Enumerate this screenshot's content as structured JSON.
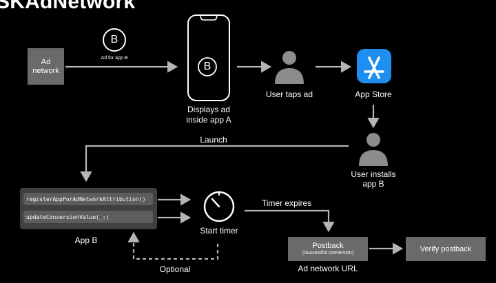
{
  "title": "SKAdNetwork",
  "nodes": {
    "ad_network": "Ad\nnetwork",
    "ad_for_app": "Ad for app B",
    "phone_badge": "B",
    "displays_ad": "Displays ad\ninside app A",
    "user_taps_ad": "User taps ad",
    "app_store": "App Store",
    "launch": "Launch",
    "user_installs": "User installs\napp B",
    "register_api": "registerAppForAdNetworkAttribution()",
    "update_api": "updateConversionValue(_:)",
    "app_b": "App B",
    "start_timer": "Start timer",
    "optional": "Optional",
    "timer_expires": "Timer expires",
    "postback": "Postback",
    "postback_sub": "(Successful conversion)",
    "ad_network_url": "Ad network URL",
    "verify_postback": "Verify postback"
  },
  "colors": {
    "background": "#000000",
    "box": "#6a6a6a",
    "arrow": "#b5b5b5",
    "app_store_blue": "#1e8ff0"
  },
  "icons": [
    "b-badge-icon",
    "phone-icon",
    "person-icon",
    "app-store-icon",
    "timer-icon"
  ]
}
